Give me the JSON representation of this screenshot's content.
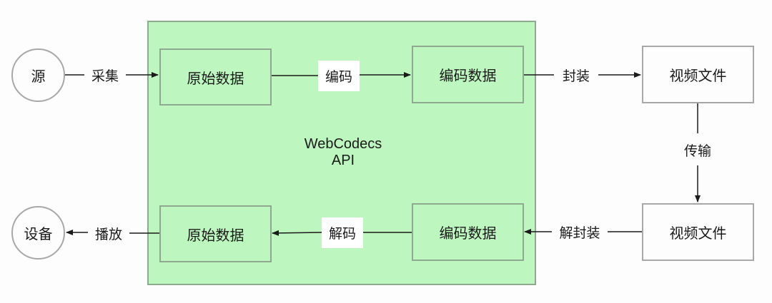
{
  "diagram": {
    "api_container": {
      "line1": "WebCodecs",
      "line2": "API"
    },
    "nodes": {
      "source": "源",
      "device": "设备",
      "raw_data_top": "原始数据",
      "encoded_data_top": "编码数据",
      "raw_data_bottom": "原始数据",
      "encoded_data_bottom": "编码数据",
      "video_file_top": "视频文件",
      "video_file_bottom": "视频文件"
    },
    "edges": {
      "capture": "采集",
      "encode": "编码",
      "mux": "封装",
      "transfer": "传输",
      "demux": "解封装",
      "decode": "解码",
      "play": "播放"
    },
    "colors": {
      "api_fill": "#bdf7bf",
      "api_border": "#8fa890",
      "line": "#1a1a1a"
    }
  }
}
